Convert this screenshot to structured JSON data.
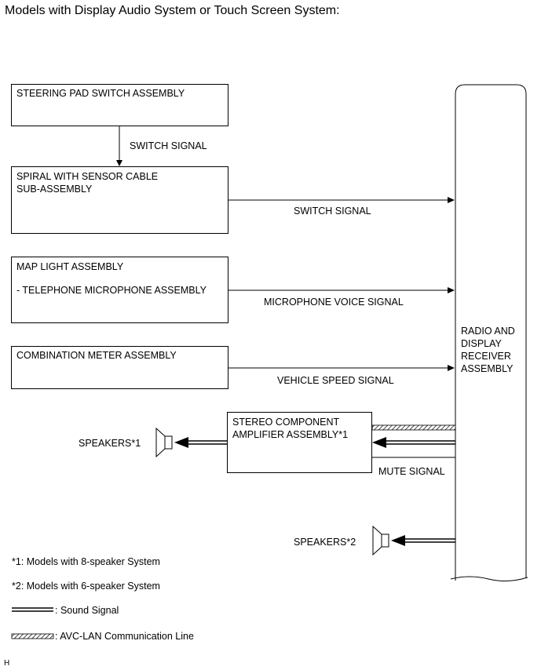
{
  "title": "Models with Display Audio System or Touch Screen System:",
  "boxes": {
    "steering": "STEERING PAD SWITCH ASSEMBLY",
    "spiral_1": "SPIRAL WITH SENSOR CABLE",
    "spiral_2": "SUB-ASSEMBLY",
    "maplight_1": "MAP LIGHT ASSEMBLY",
    "maplight_2": "- TELEPHONE MICROPHONE ASSEMBLY",
    "combination": "COMBINATION METER ASSEMBLY",
    "amplifier_1": "STEREO COMPONENT",
    "amplifier_2": "AMPLIFIER ASSEMBLY*1",
    "radio_1": "RADIO AND",
    "radio_2": "DISPLAY",
    "radio_3": "RECEIVER",
    "radio_4": "ASSEMBLY"
  },
  "signals": {
    "switch_1": "SWITCH SIGNAL",
    "switch_2": "SWITCH SIGNAL",
    "microphone": "MICROPHONE VOICE SIGNAL",
    "vehicle_speed": "VEHICLE SPEED SIGNAL",
    "mute": "MUTE SIGNAL"
  },
  "speakers": {
    "s1": "SPEAKERS*1",
    "s2": "SPEAKERS*2"
  },
  "notes": {
    "n1": "*1: Models with 8-speaker System",
    "n2": "*2: Models with 6-speaker System"
  },
  "legend": {
    "sound": ": Sound Signal",
    "avc": ": AVC-LAN Communication Line"
  },
  "footer": "H"
}
